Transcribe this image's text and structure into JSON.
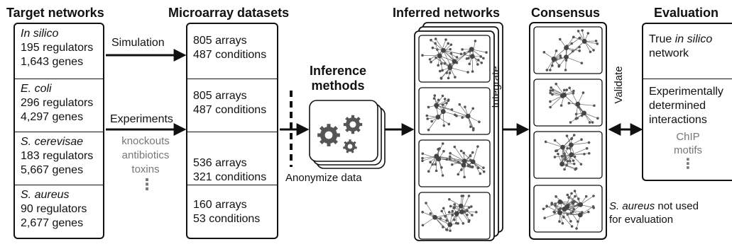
{
  "headers": {
    "target": "Target networks",
    "microarray": "Microarray datasets",
    "inferred": "Inferred networks",
    "consensus": "Consensus",
    "evaluation": "Evaluation"
  },
  "target_networks": [
    {
      "name": "In silico",
      "regulators": "195 regulators",
      "genes": "1,643 genes"
    },
    {
      "name": "E. coli",
      "regulators": "296 regulators",
      "genes": "4,297 genes"
    },
    {
      "name": "S. cerevisae",
      "regulators": "183 regulators",
      "genes": "5,667 genes"
    },
    {
      "name": "S. aureus",
      "regulators": "90 regulators",
      "genes": "2,677 genes"
    }
  ],
  "datasets": [
    {
      "arrays": "805 arrays",
      "conditions": "487 conditions"
    },
    {
      "arrays": "805 arrays",
      "conditions": "487 conditions"
    },
    {
      "arrays": "536 arrays",
      "conditions": "321 conditions"
    },
    {
      "arrays": "160 arrays",
      "conditions": "53 conditions"
    }
  ],
  "labels": {
    "simulation": "Simulation",
    "experiments": "Experiments",
    "experiment_types": [
      "knockouts",
      "antibiotics",
      "toxins"
    ],
    "ellipsis": "⋮",
    "inference_line1": "Inference",
    "inference_line2": "methods",
    "anonymize": "Anonymize data",
    "integrate": "Integrate",
    "validate": "Validate",
    "aureus_note_italic": "S. aureus",
    "aureus_note_rest": " not used",
    "aureus_note_line2": "for evaluation"
  },
  "evaluation": {
    "true_prefix": "True ",
    "true_italic": "in silico",
    "true_line2": "network",
    "exp_lines": [
      "Experimentally",
      "determined",
      "interactions"
    ],
    "evidence": [
      "ChIP",
      "motifs"
    ]
  }
}
